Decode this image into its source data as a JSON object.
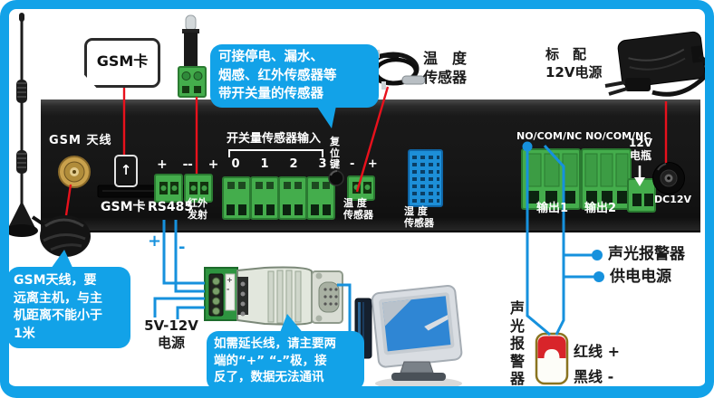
{
  "colors": {
    "frame_blue": "#12a2e8",
    "bubble_blue": "#12a2e8",
    "wire_blue": "#1691dd",
    "wire_red": "#e8111c",
    "panel_black": "#161616",
    "terminal_green": "#44ad4c",
    "humidity_blue": "#1d8fd8",
    "alarm_red": "#d8242a",
    "sma_gold": "#c9a14c"
  },
  "top": {
    "gsm_card_tag": "GSM卡",
    "sensor_bubble_lines": [
      "可接停电、漏水、",
      "烟感、红外传感器等",
      "带开关量的传感器"
    ],
    "temp_sensor_label_lines": [
      "温　度",
      "传感器"
    ],
    "adapter_label_lines": [
      "标　配",
      "12V电源"
    ]
  },
  "panel": {
    "antenna_label": "GSM 天线",
    "sim_arrow": "↑",
    "sim_label": "GSM卡",
    "rs485_polarity": "+ -",
    "ir_polarity": "- +",
    "rs485_label": "RS485",
    "ir_label_lines": [
      "红外",
      "发射"
    ],
    "switch_input_title": "开关量传感器输入",
    "switch_channels": [
      "0",
      "1",
      "2",
      "3"
    ],
    "reset_label": "复位键",
    "temp_polarity": "- +",
    "temp_label_lines": [
      "温 度",
      "传感器"
    ],
    "humidity_label_lines": [
      "湿 度",
      "传感器"
    ],
    "relay_header": "NO/COM/NC NO/COM/NC",
    "output1_label": "输出1",
    "output2_label": "输出2",
    "battery_label_lines": [
      "12V",
      "电瓶"
    ],
    "dc_label": "DC12V"
  },
  "bottom": {
    "antenna_bubble_lines": [
      "GSM天线，要",
      "远离主机，与主",
      "机距离不能小于",
      "1米"
    ],
    "wire_plus": "+",
    "wire_minus": "-",
    "converter_marks": "+ -",
    "power_label_lines": [
      "5V-12V",
      "电源"
    ],
    "extension_bubble_lines": [
      "如需延长线，请主要两",
      "端的“+” “-”极，接",
      "反了，数据无法通讯"
    ]
  },
  "right": {
    "alarm_wire_label": "声光报警器",
    "power_wire_label": "供电电源",
    "alarm_vertical_label": "声光报警器",
    "red_wire_label": "红线 +",
    "black_wire_label": "黑线 -"
  }
}
